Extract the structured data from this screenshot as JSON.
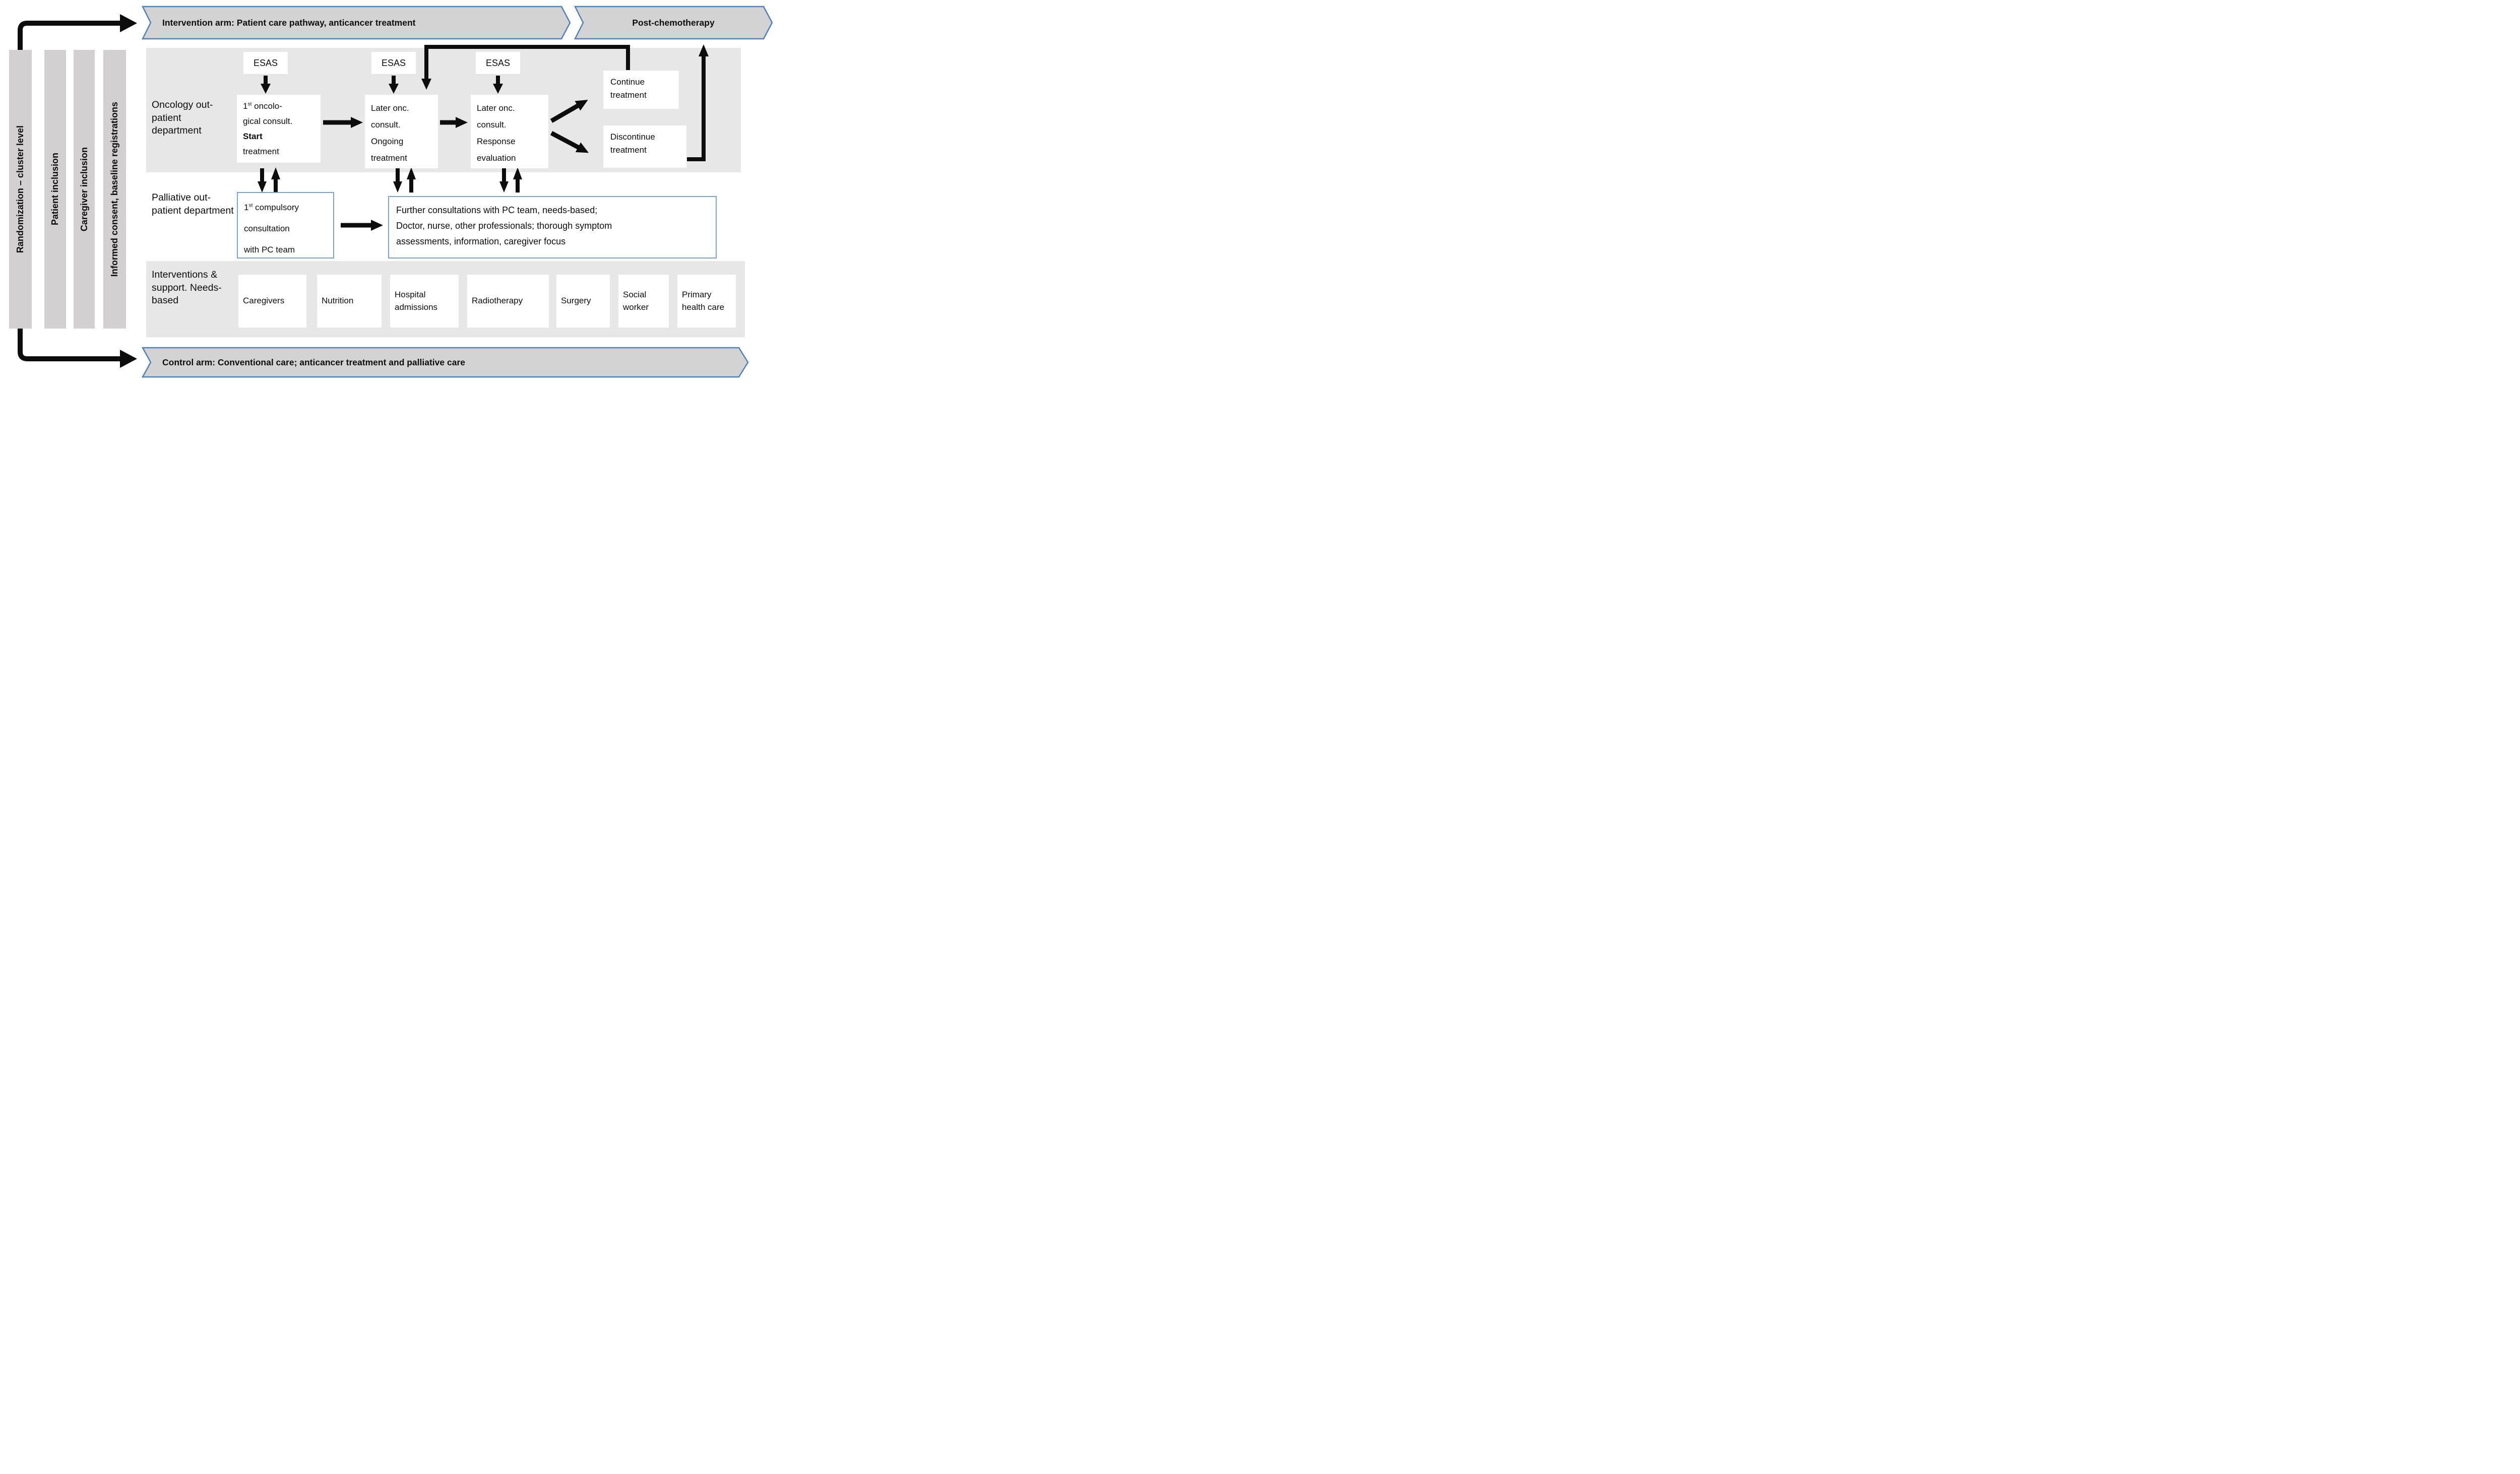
{
  "banners": {
    "intervention": "Intervention arm: Patient care pathway, anticancer treatment",
    "post_chemotherapy": "Post-chemotherapy",
    "control": "Control arm: Conventional care; anticancer treatment and palliative care"
  },
  "phase_bars": [
    "Randomization – cluster level",
    "Patient inclusion",
    "Caregiver inclusion",
    "Informed consent, baseline registrations"
  ],
  "esas_label": "ESAS",
  "rows": {
    "oncology": {
      "label": "Oncology out-patient department",
      "box1": {
        "num": "1",
        "sup": "st",
        "rest": " oncolo-",
        "line2": "gical consult.",
        "line3": "Start",
        "line4": "treatment"
      },
      "box2": {
        "lines": [
          "Later onc.",
          "consult.",
          "Ongoing",
          "treatment"
        ]
      },
      "box3": {
        "lines": [
          "Later onc.",
          "consult.",
          "Response",
          "evaluation"
        ]
      },
      "continue_box": {
        "lines": [
          "Continue",
          "treatment"
        ]
      },
      "discontinue_box": {
        "lines": [
          "Discontinue",
          "treatment"
        ]
      }
    },
    "palliative": {
      "label": "Palliative out-patient department",
      "box1": {
        "num": "1",
        "sup": "st",
        "rest": " compulsory",
        "line2": "consultation",
        "line3": "with PC team"
      },
      "box2": {
        "lines": [
          "Further consultations with PC team, needs-based;",
          "Doctor, nurse, other professionals; thorough symptom",
          "assessments, information, caregiver focus"
        ]
      }
    },
    "interventions": {
      "label": "Interventions & support. Needs-based",
      "items": [
        "Caregivers",
        "Nutrition",
        "Hospital admissions",
        "Radiotherapy",
        "Surgery",
        "Social worker",
        "Primary health care"
      ]
    }
  },
  "colors": {
    "banner_fill": "#d4d3d3",
    "banner_border": "#4f81bd",
    "bar_fill": "#d2d0d0",
    "panel_fill": "#e8e7e7",
    "box_border_blue": "#7ba2c9",
    "arrow": "#0d0d0d"
  }
}
